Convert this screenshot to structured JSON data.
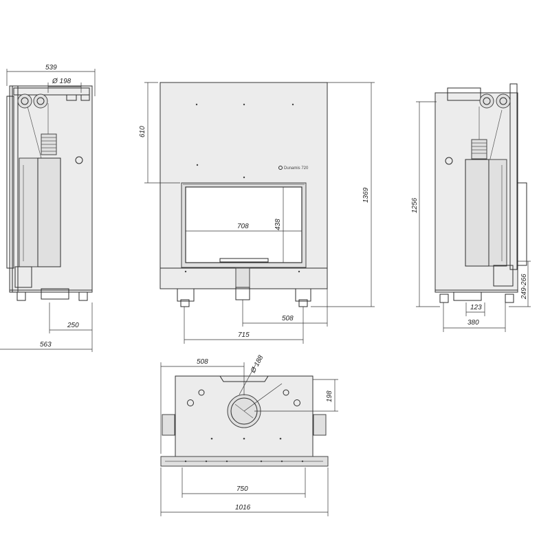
{
  "brand_label": "Dunamis 720",
  "dimensions": {
    "left_width": "539",
    "flue_diameter_left": "Ø 198",
    "left_depth_250": "250",
    "left_total_563": "563",
    "front_height_610": "610",
    "front_height_1369": "1369",
    "glass_width": "708",
    "glass_height": "438",
    "front_508": "508",
    "front_715": "715",
    "right_height_1256": "1256",
    "right_249_266": "249-266",
    "right_123": "123",
    "right_380": "380",
    "bottom_508": "508",
    "bottom_flue_diameter": "Ø 188",
    "bottom_198": "198",
    "bottom_750": "750",
    "bottom_1016": "1016"
  }
}
